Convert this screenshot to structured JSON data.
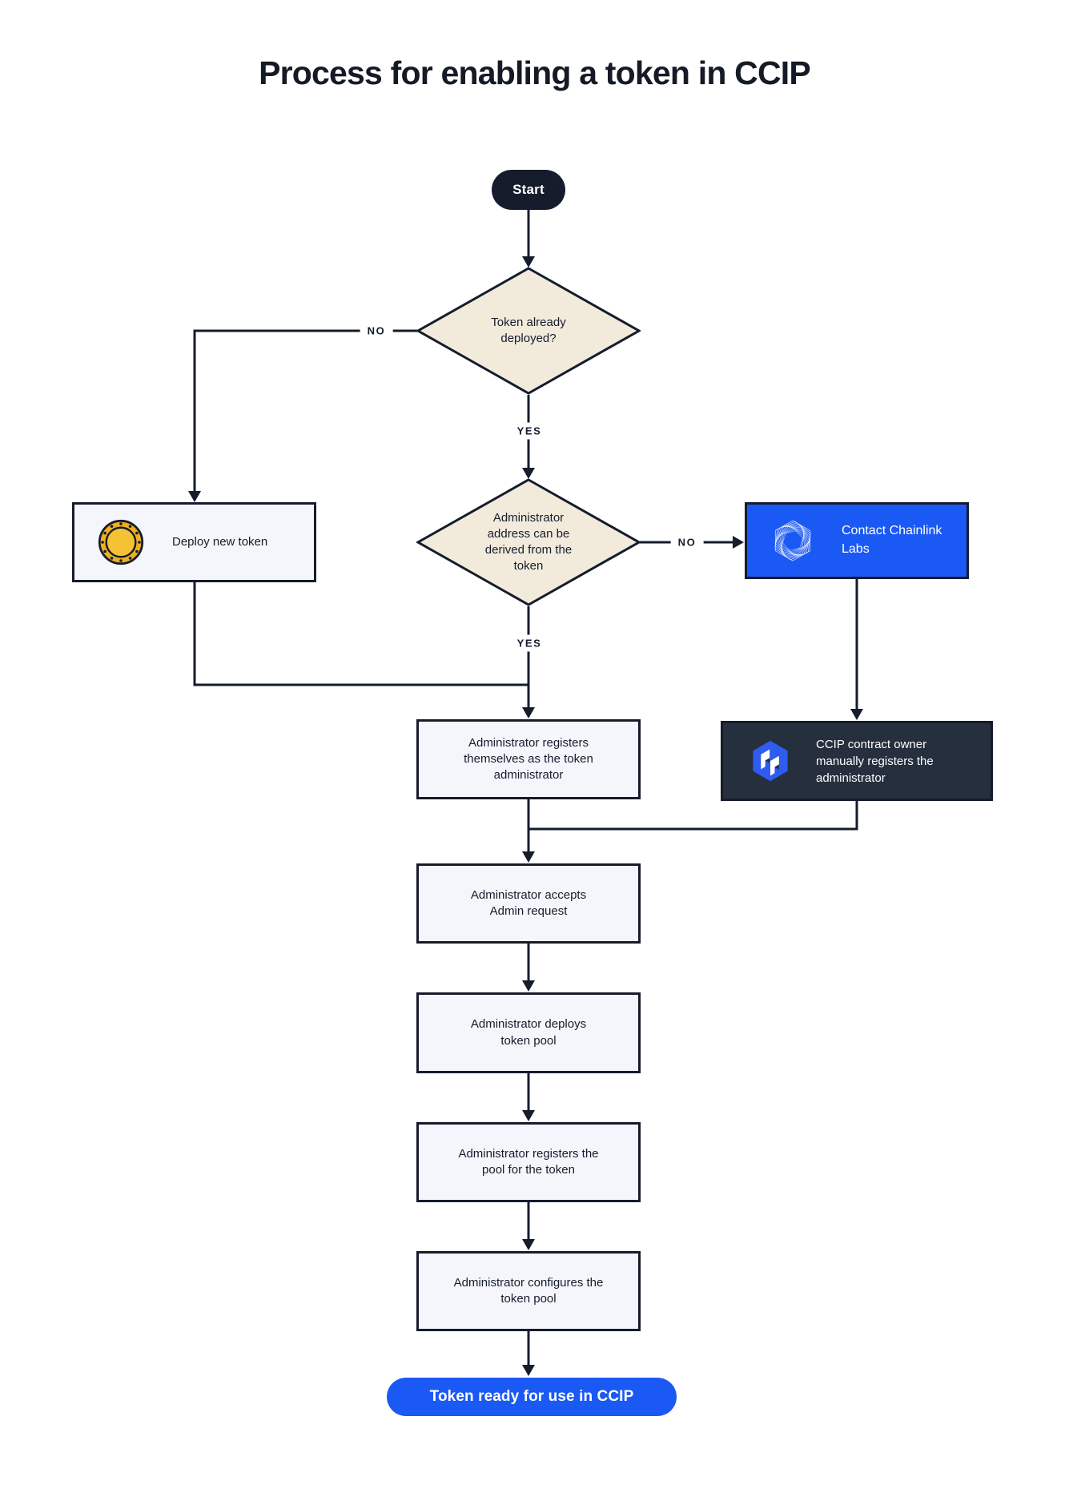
{
  "title": "Process for enabling a token in CCIP",
  "colors": {
    "ink_navy": "#151C2C",
    "diamond_cream": "#F2EBDC",
    "process_fill": "#F4F6FB",
    "accent_blue": "#1B59F4",
    "dark_slate": "#262F3E",
    "coin_gold": "#EFAF1E",
    "coin_gold_light": "#F6C235",
    "white": "#FFFFFF"
  },
  "edge_labels": {
    "decision1_no": "NO",
    "decision1_yes": "YES",
    "decision2_no": "NO",
    "decision2_yes": "YES"
  },
  "nodes": {
    "start": {
      "label": "Start"
    },
    "decision_token_deployed": {
      "label": "Token already deployed?"
    },
    "deploy_new_token": {
      "label": "Deploy new token",
      "icon": "coin-icon"
    },
    "decision_admin_derivable": {
      "label": "Administrator address can be derived from the token"
    },
    "contact_chainlink_labs": {
      "label": "Contact Chainlink Labs",
      "icon": "chainlink-labs-icon"
    },
    "admin_registers_self": {
      "label": "Administrator registers themselves as the token administrator"
    },
    "ccip_owner_registers": {
      "label": "CCIP contract owner manually registers the administrator",
      "icon": "ccip-icon"
    },
    "admin_accepts_request": {
      "label": "Administrator accepts Admin request"
    },
    "admin_deploys_pool": {
      "label": "Administrator deploys token pool"
    },
    "admin_registers_pool": {
      "label": "Administrator registers the pool for the token"
    },
    "admin_configures_pool": {
      "label": "Administrator configures the token pool"
    },
    "end": {
      "label": "Token ready for use in CCIP"
    }
  }
}
